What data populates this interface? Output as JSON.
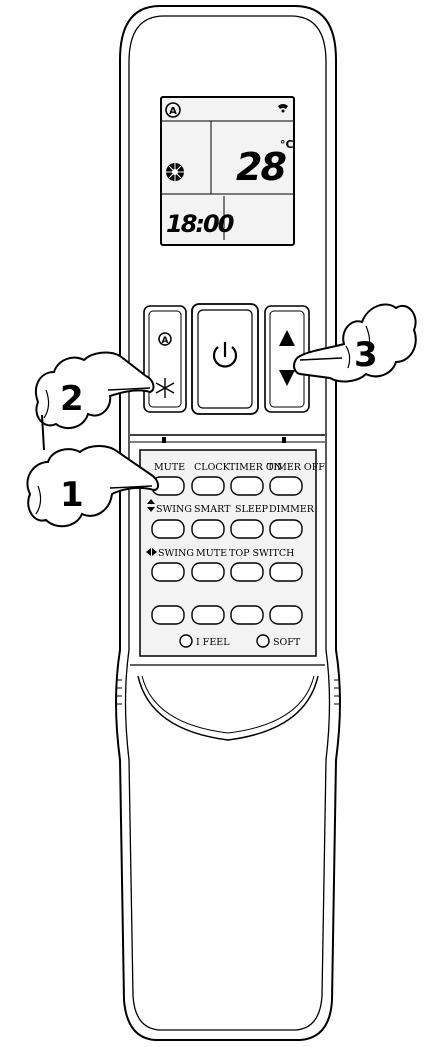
{
  "display": {
    "temperature": "28",
    "unit": "°C",
    "time": "18:00",
    "mode_icon": "auto-mode-icon",
    "fan_icon": "fan-icon",
    "signal_icon": "signal-icon"
  },
  "top_buttons": {
    "mode_icon": "auto-mode-icon",
    "fan_icon": "snowflake-icon",
    "power_icon": "power-icon",
    "up_icon": "triangle-up-icon",
    "down_icon": "triangle-down-icon"
  },
  "button_labels": {
    "mute": "MUTE",
    "clock": "CLOCK",
    "timer_on": "TIMER ON",
    "timer_off": "TIMER OFF",
    "swing_v": "SWING",
    "smart": "SMART",
    "sleep": "SLEEP",
    "dimmer": "DIMMER",
    "swing_h": "SWING",
    "mute2": "MUTE",
    "top_switch": "TOP SWITCH",
    "i_feel": "I FEEL",
    "soft": "SOFT"
  },
  "callouts": [
    "1",
    "2",
    "3"
  ]
}
